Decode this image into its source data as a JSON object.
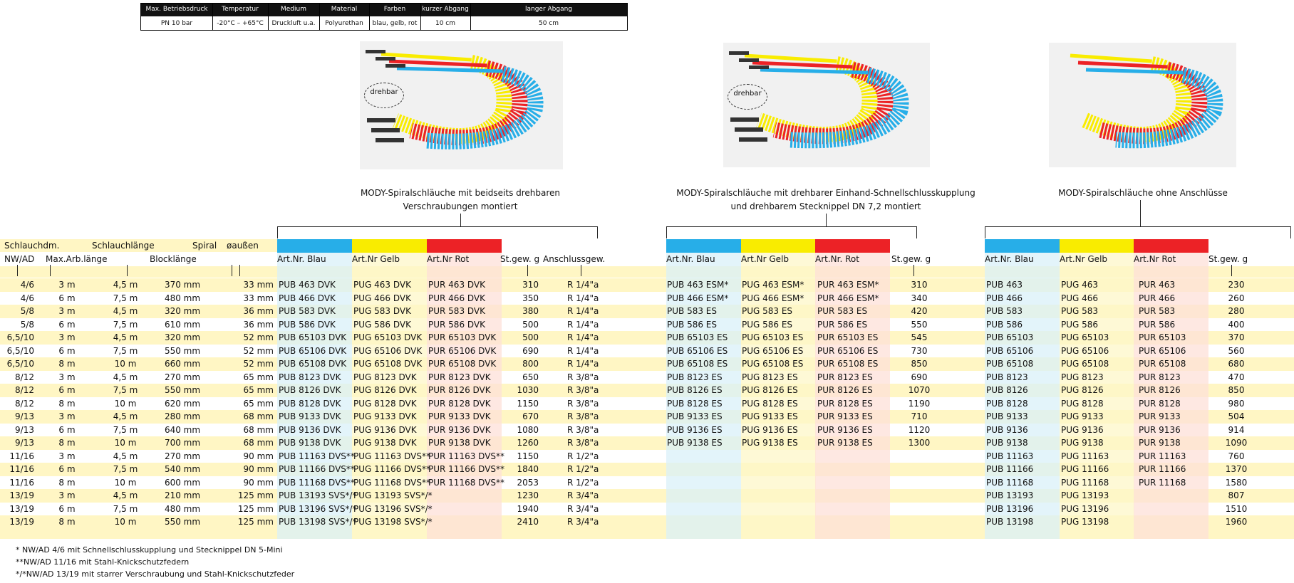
{
  "spec_table": {
    "headers": [
      "Max. Betriebsdruck",
      "Temperatur",
      "Medium",
      "Material",
      "Farben",
      "kurzer Abgang",
      "langer Abgang"
    ],
    "values": [
      "PN 10 bar",
      "-20°C – +65°C",
      "Druckluft u.a.",
      "Polyurethan",
      "blau, gelb, rot",
      "10 cm",
      "50 cm"
    ]
  },
  "products": [
    {
      "badge": "drehbar",
      "caption_lines": [
        "MODY-Spiralschläuche mit beidseits drehbaren",
        "Verschraubungen montiert"
      ]
    },
    {
      "badge": "drehbar",
      "caption_lines": [
        "MODY-Spiralschläuche mit drehbarer Einhand-Schnellschlusskupplung",
        "und drehbarem Stecknippel DN 7,2 montiert"
      ]
    },
    {
      "badge": "",
      "caption_lines": [
        "MODY-Spiralschläuche ohne Anschlüsse"
      ]
    }
  ],
  "colors": {
    "blue": "#27aee8",
    "yellow": "#f9ec00",
    "red": "#ec2226",
    "band": "#fff6c4",
    "blue_tint": "#d9f0f8",
    "yellow_tint": "#fdf7c8",
    "red_tint": "#fde0d8"
  },
  "left_headers": {
    "row1": [
      "Schlauchdm.",
      "Schlauchlänge",
      "Spiral",
      "øaußen"
    ],
    "row2": [
      "NW/AD",
      "Max.Arb.länge",
      "Blocklänge"
    ]
  },
  "group1_headers": [
    "Art.Nr. Blau",
    "Art.Nr Gelb",
    "Art.Nr Rot",
    "St.gew. g",
    "Anschlussgew."
  ],
  "group2_headers": [
    "Art.Nr. Blau",
    "Art.Nr Gelb",
    "Art.Nr. Rot",
    "St.gew. g"
  ],
  "group3_headers": [
    "Art.Nr. Blau",
    "Art.Nr Gelb",
    "Art.Nr Rot",
    "St.gew. g"
  ],
  "rows": [
    [
      "4/6",
      "3 m",
      "4,5 m",
      "370 mm",
      "33 mm",
      "PUB 463 DVK",
      "PUG 463 DVK",
      "PUR 463 DVK",
      "310",
      "R 1/4\"a",
      "PUB 463 ESM*",
      "PUG 463 ESM*",
      "PUR 463 ESM*",
      "310",
      "PUB 463",
      "PUG 463",
      "PUR 463",
      "230"
    ],
    [
      "4/6",
      "6 m",
      "7,5 m",
      "480 mm",
      "33 mm",
      "PUB 466 DVK",
      "PUG 466 DVK",
      "PUR 466 DVK",
      "350",
      "R 1/4\"a",
      "PUB 466 ESM*",
      "PUG 466 ESM*",
      "PUR 466 ESM*",
      "340",
      "PUB 466",
      "PUG 466",
      "PUR 466",
      "260"
    ],
    [
      "5/8",
      "3 m",
      "4,5 m",
      "320 mm",
      "36 mm",
      "PUB 583 DVK",
      "PUG 583 DVK",
      "PUR 583 DVK",
      "380",
      "R 1/4\"a",
      "PUB 583 ES",
      "PUG 583 ES",
      "PUR 583 ES",
      "420",
      "PUB 583",
      "PUG 583",
      "PUR 583",
      "280"
    ],
    [
      "5/8",
      "6 m",
      "7,5 m",
      "610 mm",
      "36 mm",
      "PUB 586 DVK",
      "PUG 586 DVK",
      "PUR 586 DVK",
      "500",
      "R 1/4\"a",
      "PUB 586 ES",
      "PUG 586 ES",
      "PUR 586 ES",
      "550",
      "PUB 586",
      "PUG 586",
      "PUR 586",
      "400"
    ],
    [
      "6,5/10",
      "3 m",
      "4,5 m",
      "320 mm",
      "52 mm",
      "PUB 65103 DVK",
      "PUG 65103 DVK",
      "PUR 65103 DVK",
      "500",
      "R 1/4\"a",
      "PUB 65103 ES",
      "PUG 65103 ES",
      "PUR 65103 ES",
      "545",
      "PUB 65103",
      "PUG 65103",
      "PUR 65103",
      "370"
    ],
    [
      "6,5/10",
      "6 m",
      "7,5 m",
      "550 mm",
      "52 mm",
      "PUB 65106 DVK",
      "PUG 65106 DVK",
      "PUR 65106 DVK",
      "690",
      "R 1/4\"a",
      "PUB 65106 ES",
      "PUG 65106 ES",
      "PUR 65106 ES",
      "730",
      "PUB 65106",
      "PUG 65106",
      "PUR 65106",
      "560"
    ],
    [
      "6,5/10",
      "8 m",
      "10 m",
      "660 mm",
      "52 mm",
      "PUB 65108 DVK",
      "PUG 65108 DVK",
      "PUR 65108 DVK",
      "800",
      "R 1/4\"a",
      "PUB 65108 ES",
      "PUG 65108 ES",
      "PUR 65108 ES",
      "850",
      "PUB 65108",
      "PUG 65108",
      "PUR 65108",
      "680"
    ],
    [
      "8/12",
      "3 m",
      "4,5 m",
      "270 mm",
      "65 mm",
      "PUB 8123 DVK",
      "PUG 8123 DVK",
      "PUR 8123 DVK",
      "650",
      "R 3/8\"a",
      "PUB 8123 ES",
      "PUG 8123 ES",
      "PUR 8123 ES",
      "690",
      "PUB 8123",
      "PUG 8123",
      "PUR 8123",
      "470"
    ],
    [
      "8/12",
      "6 m",
      "7,5 m",
      "550 mm",
      "65 mm",
      "PUB 8126 DVK",
      "PUG 8126 DVK",
      "PUR 8126 DVK",
      "1030",
      "R 3/8\"a",
      "PUB 8126 ES",
      "PUG 8126 ES",
      "PUR 8126 ES",
      "1070",
      "PUB 8126",
      "PUG 8126",
      "PUR 8126",
      "850"
    ],
    [
      "8/12",
      "8 m",
      "10 m",
      "620 mm",
      "65 mm",
      "PUB 8128 DVK",
      "PUG 8128 DVK",
      "PUR 8128 DVK",
      "1150",
      "R 3/8\"a",
      "PUB 8128 ES",
      "PUG 8128 ES",
      "PUR 8128 ES",
      "1190",
      "PUB 8128",
      "PUG 8128",
      "PUR 8128",
      "980"
    ],
    [
      "9/13",
      "3 m",
      "4,5 m",
      "280 mm",
      "68 mm",
      "PUB 9133 DVK",
      "PUG 9133 DVK",
      "PUR 9133 DVK",
      "670",
      "R 3/8\"a",
      "PUB 9133 ES",
      "PUG 9133 ES",
      "PUR 9133 ES",
      "710",
      "PUB 9133",
      "PUG 9133",
      "PUR 9133",
      "504"
    ],
    [
      "9/13",
      "6 m",
      "7,5 m",
      "640 mm",
      "68 mm",
      "PUB 9136 DVK",
      "PUG 9136 DVK",
      "PUR 9136 DVK",
      "1080",
      "R 3/8\"a",
      "PUB 9136 ES",
      "PUG 9136 ES",
      "PUR 9136 ES",
      "1120",
      "PUB 9136",
      "PUG 9136",
      "PUR 9136",
      "914"
    ],
    [
      "9/13",
      "8 m",
      "10 m",
      "700 mm",
      "68 mm",
      "PUB 9138 DVK",
      "PUG 9138 DVK",
      "PUR 9138 DVK",
      "1260",
      "R 3/8\"a",
      "PUB 9138 ES",
      "PUG 9138 ES",
      "PUR 9138 ES",
      "1300",
      "PUB 9138",
      "PUG 9138",
      "PUR 9138",
      "1090"
    ],
    [
      "11/16",
      "3 m",
      "4,5 m",
      "270 mm",
      "90 mm",
      "PUB 11163 DVS**",
      "PUG 11163 DVS**",
      "PUR 11163 DVS**",
      "1150",
      "R 1/2\"a",
      "",
      "",
      "",
      "",
      "PUB 11163",
      "PUG 11163",
      "PUR 11163",
      "760"
    ],
    [
      "11/16",
      "6 m",
      "7,5 m",
      "540 mm",
      "90 mm",
      "PUB 11166 DVS**",
      "PUG 11166 DVS**",
      "PUR 11166 DVS**",
      "1840",
      "R 1/2\"a",
      "",
      "",
      "",
      "",
      "PUB 11166",
      "PUG 11166",
      "PUR 11166",
      "1370"
    ],
    [
      "11/16",
      "8 m",
      "10 m",
      "600 mm",
      "90 mm",
      "PUB 11168 DVS**",
      "PUG 11168 DVS**",
      "PUR 11168 DVS**",
      "2053",
      "R 1/2\"a",
      "",
      "",
      "",
      "",
      "PUB 11168",
      "PUG 11168",
      "PUR 11168",
      "1580"
    ],
    [
      "13/19",
      "3 m",
      "4,5 m",
      "210 mm",
      "125 mm",
      "PUB 13193 SVS*/*",
      "PUG 13193 SVS*/*",
      "",
      "1230",
      "R 3/4\"a",
      "",
      "",
      "",
      "",
      "PUB 13193",
      "PUG 13193",
      "",
      "807"
    ],
    [
      "13/19",
      "6 m",
      "7,5 m",
      "480 mm",
      "125 mm",
      "PUB 13196 SVS*/*",
      "PUG 13196 SVS*/*",
      "",
      "1940",
      "R 3/4\"a",
      "",
      "",
      "",
      "",
      "PUB 13196",
      "PUG 13196",
      "",
      "1510"
    ],
    [
      "13/19",
      "8 m",
      "10 m",
      "550 mm",
      "125 mm",
      "PUB 13198 SVS*/*",
      "PUG 13198 SVS*/*",
      "",
      "2410",
      "R 3/4\"a",
      "",
      "",
      "",
      "",
      "PUB 13198",
      "PUG 13198",
      "",
      "1960"
    ]
  ],
  "footnotes": [
    "*  NW/AD 4/6 mit Schnellschlusskupplung und Stecknippel DN 5-Mini",
    "**NW/AD 11/16 mit Stahl-Knickschutzfedern",
    "*/*NW/AD 13/19 mit starrer Verschraubung und Stahl-Knickschutzfeder"
  ]
}
